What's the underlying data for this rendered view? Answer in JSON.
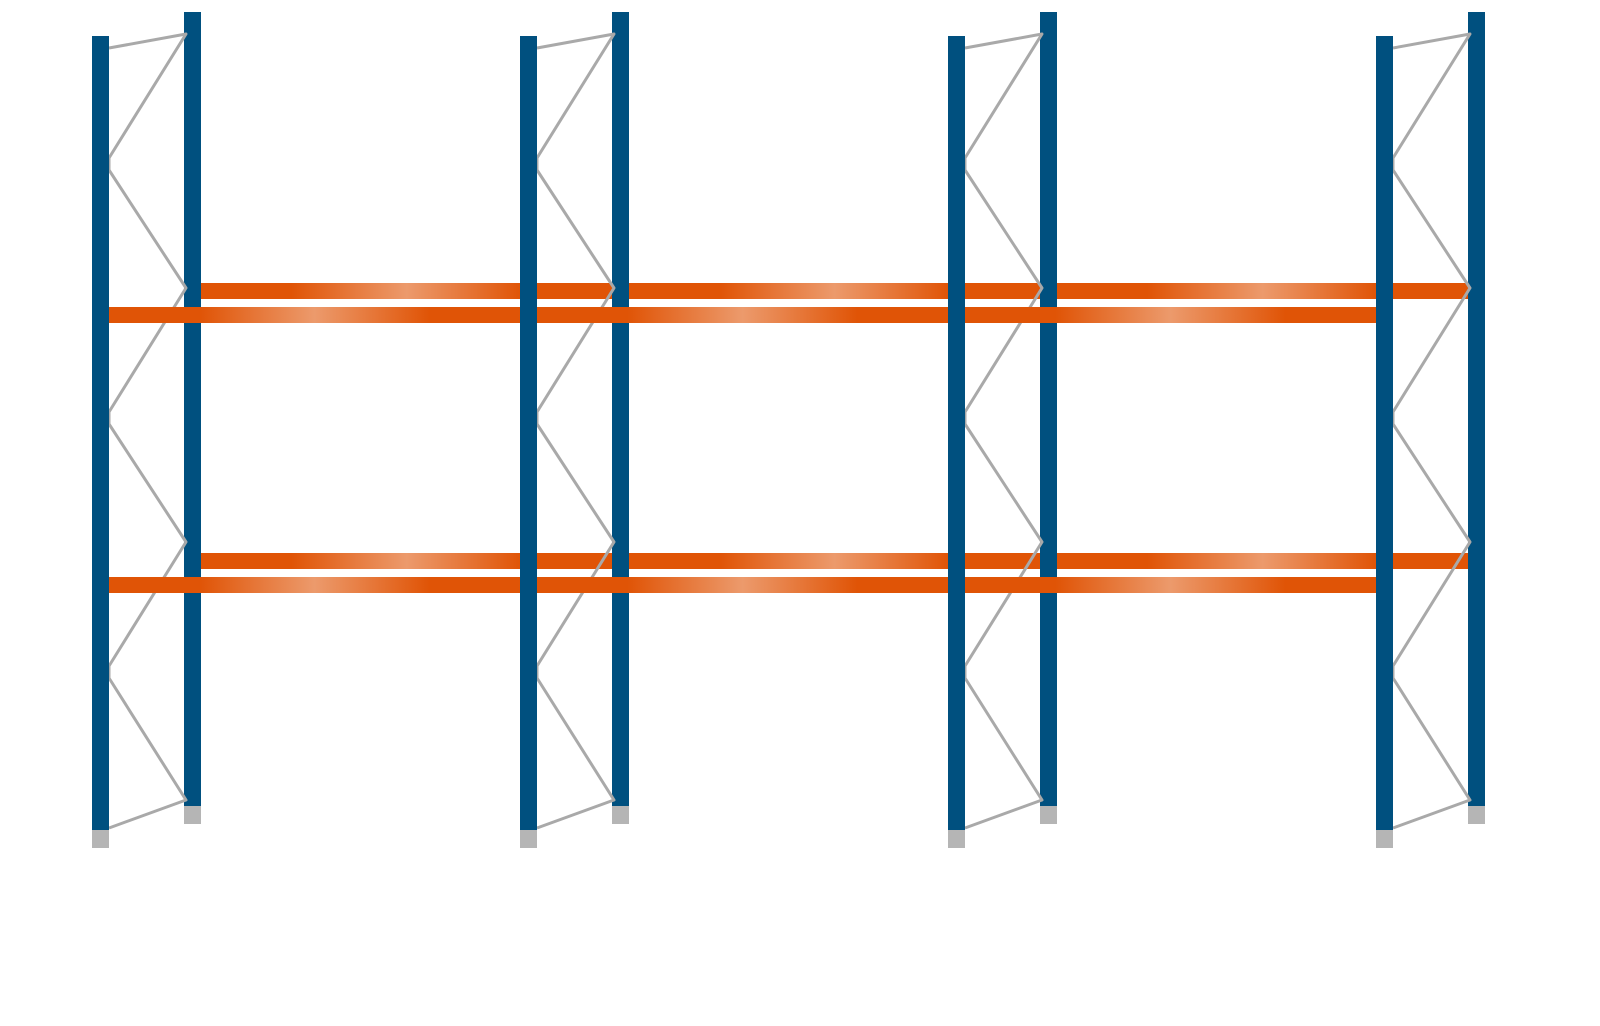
{
  "diagram": {
    "kind": "pallet-rack-elevation",
    "frame_count": 4,
    "bay_count": 3,
    "beam_levels": 2,
    "colors": {
      "upright": "#00507f",
      "beam": "#e05406",
      "beam_highlight": "#ec9a6c",
      "bracing": "#a9a9a9",
      "foot_plate": "#b5b5b5",
      "background": "#ffffff"
    }
  }
}
